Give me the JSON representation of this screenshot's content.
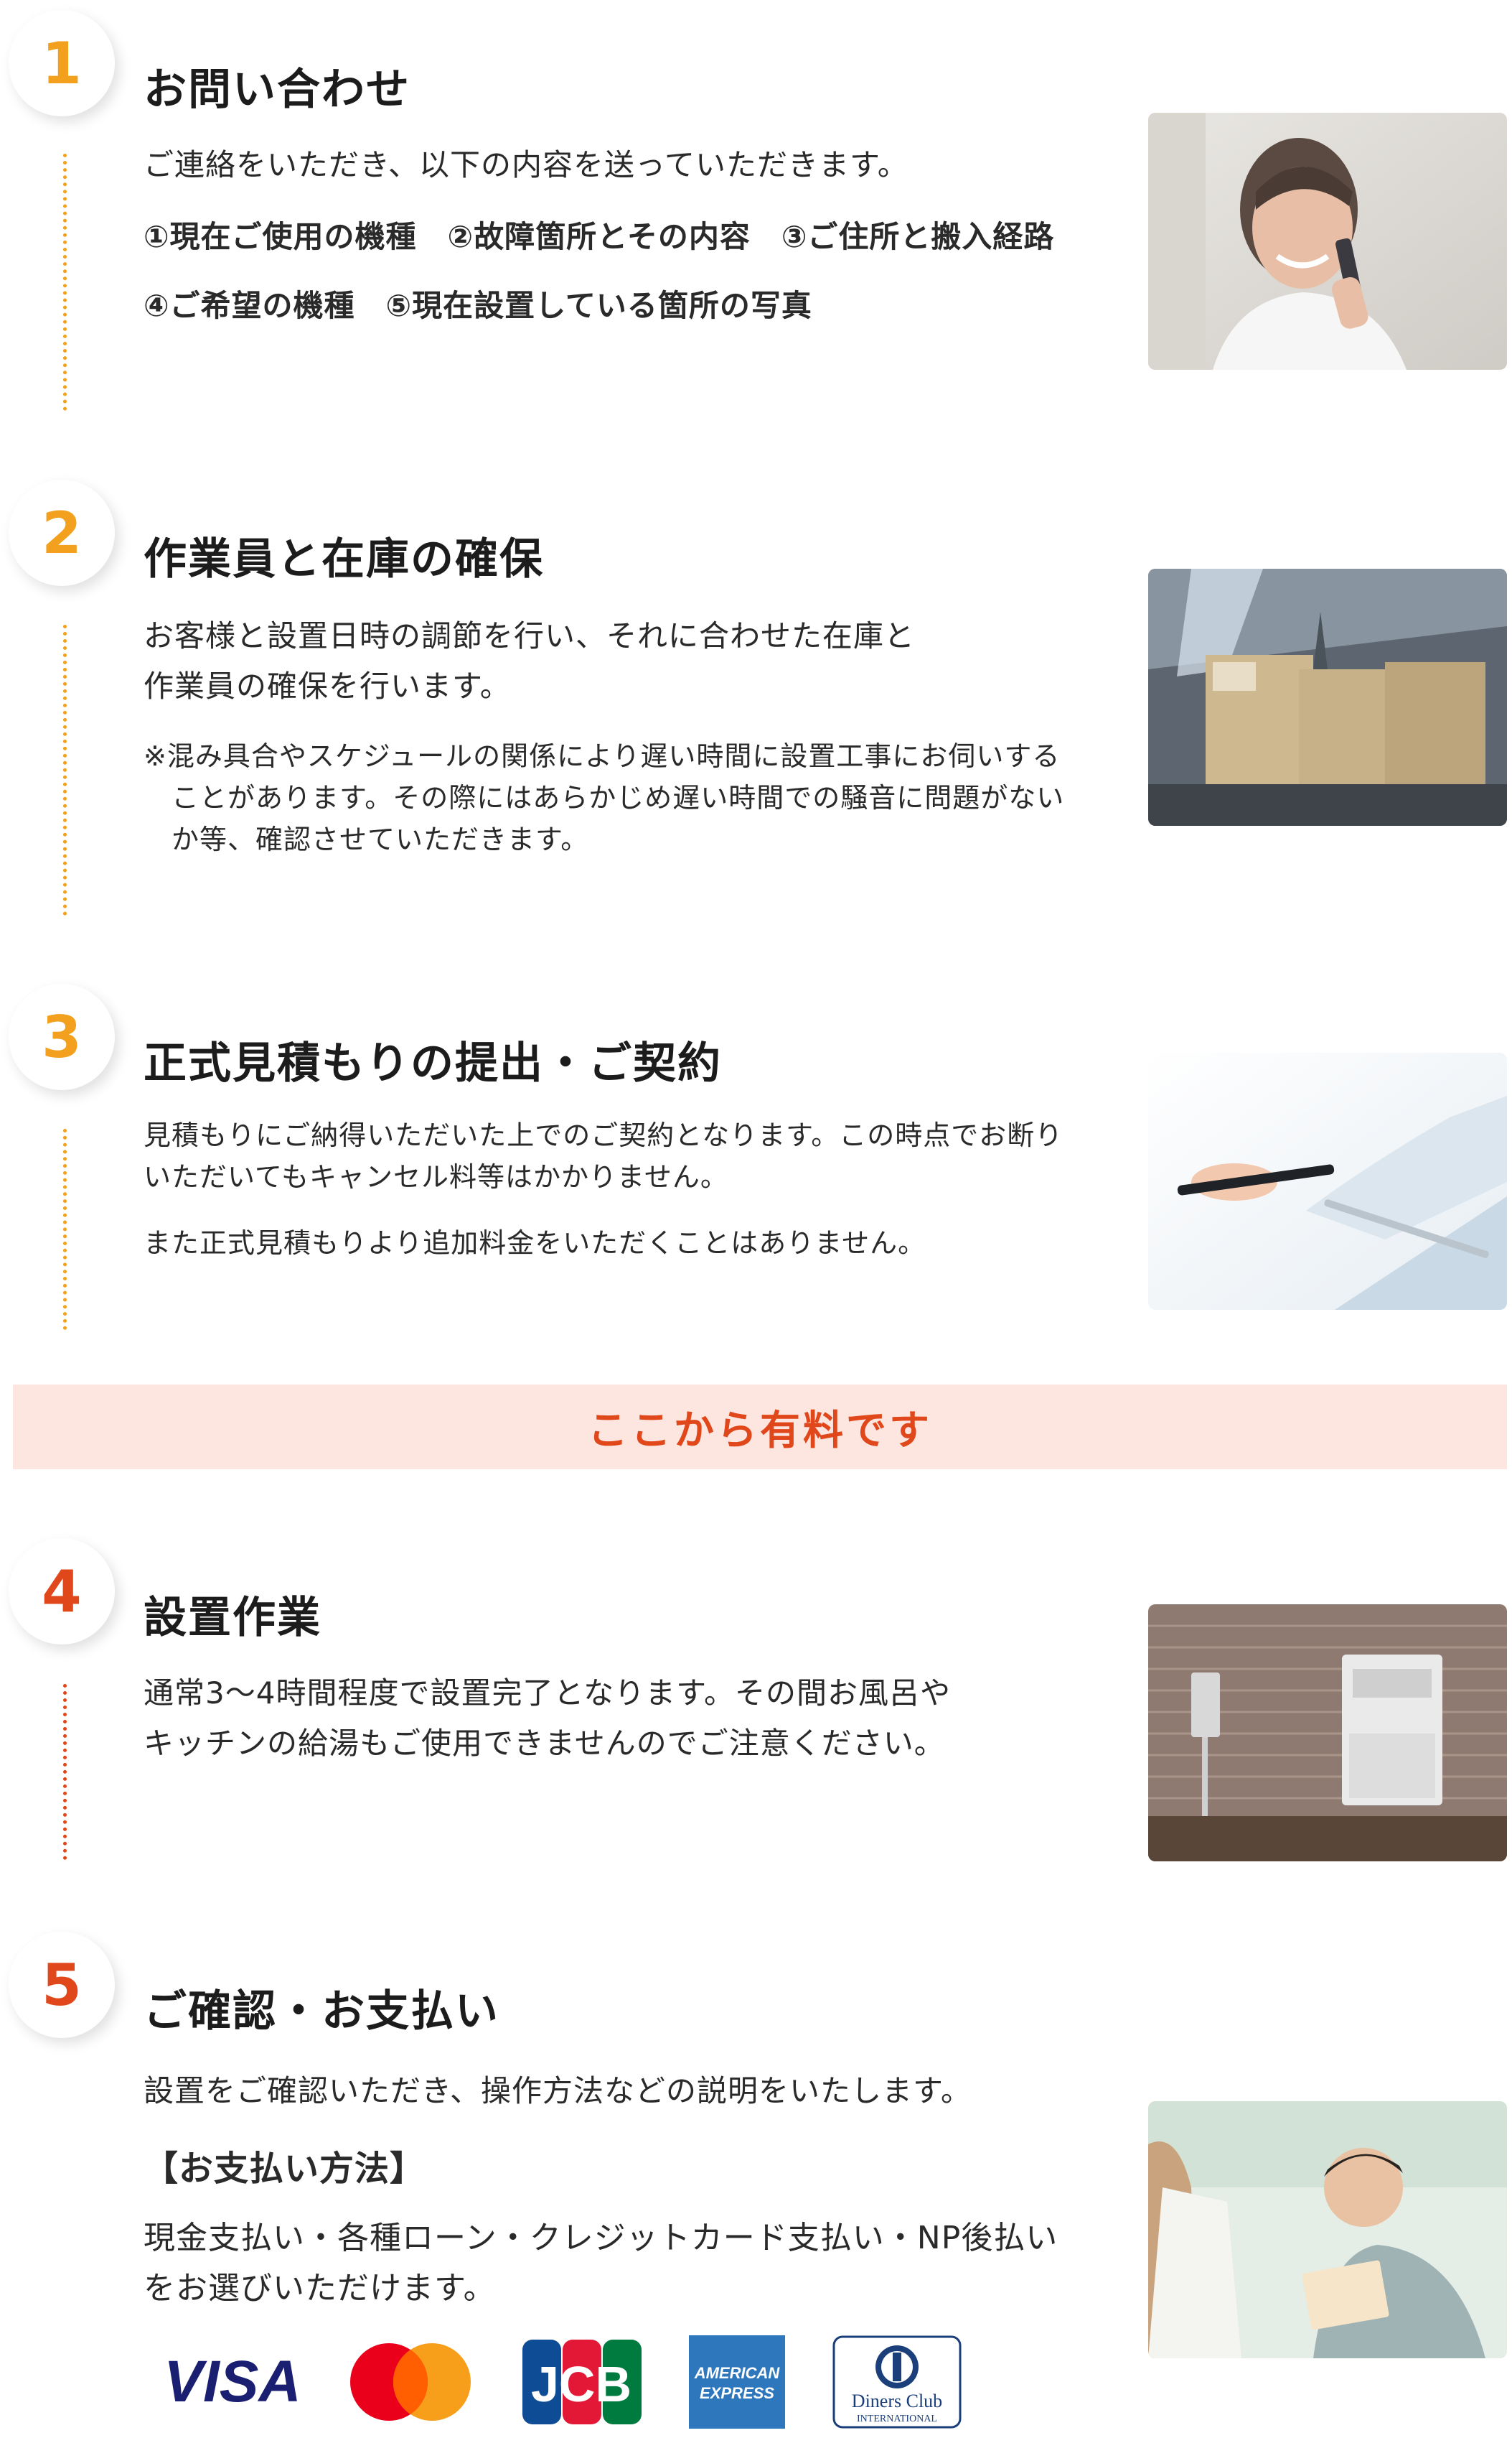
{
  "steps": [
    {
      "number": "1",
      "title": "お問い合わせ",
      "lines": [
        "ご連絡をいただき、以下の内容を送っていただきます。"
      ],
      "bold_lines": [
        "①現在ご使用の機種　②故障箇所とその内容　③ご住所と搬入経路",
        "④ご希望の機種　⑤現在設置している箇所の写真"
      ],
      "photo": "woman-on-phone"
    },
    {
      "number": "2",
      "title": "作業員と在庫の確保",
      "lines": [
        "お客様と設置日時の調節を行い、それに合わせた在庫と",
        "作業員の確保を行います。"
      ],
      "notes": [
        "※混み具合やスケジュールの関係により遅い時間に設置工事にお伺いする",
        "　ことがあります。その際にはあらかじめ遅い時間での騒音に問題がない",
        "　か等、確認させていただきます。"
      ],
      "photo": "warehouse-boxes"
    },
    {
      "number": "3",
      "title": "正式見積もりの提出・ご契約",
      "lines": [
        "見積もりにご納得いただいた上でのご契約となります。この時点でお断り",
        "いただいてもキャンセル料等はかかりません。",
        "また正式見積もりより追加料金をいただくことはありません。"
      ],
      "photo": "hand-with-pen-tablet"
    },
    {
      "number": "4",
      "title": "設置作業",
      "lines": [
        "通常3〜4時間程度で設置完了となります。その間お風呂や",
        "キッチンの給湯もご使用できませんのでご注意ください。"
      ],
      "photo": "water-heater-outdoor"
    },
    {
      "number": "5",
      "title": "ご確認・お支払い",
      "lines": [
        "設置をご確認いただき、操作方法などの説明をいたします。"
      ],
      "payment_heading": "【お支払い方法】",
      "payment_lines": [
        "現金支払い・各種ローン・クレジットカード支払い・NP後払い",
        "をお選びいただけます。"
      ],
      "photo": "worker-with-clipboard"
    }
  ],
  "banner": {
    "label": "ここから有料です"
  },
  "cards": {
    "visa": "VISA",
    "mastercard": "mastercard-logo",
    "jcb": "JCB",
    "amex_1": "AMERICAN",
    "amex_2": "EXPRESS",
    "diners_1": "Diners Club",
    "diners_2": "INTERNATIONAL"
  },
  "colors": {
    "accent_orange": "#f2a01d",
    "accent_red": "#e0481b",
    "banner_bg": "#fde6e0"
  }
}
